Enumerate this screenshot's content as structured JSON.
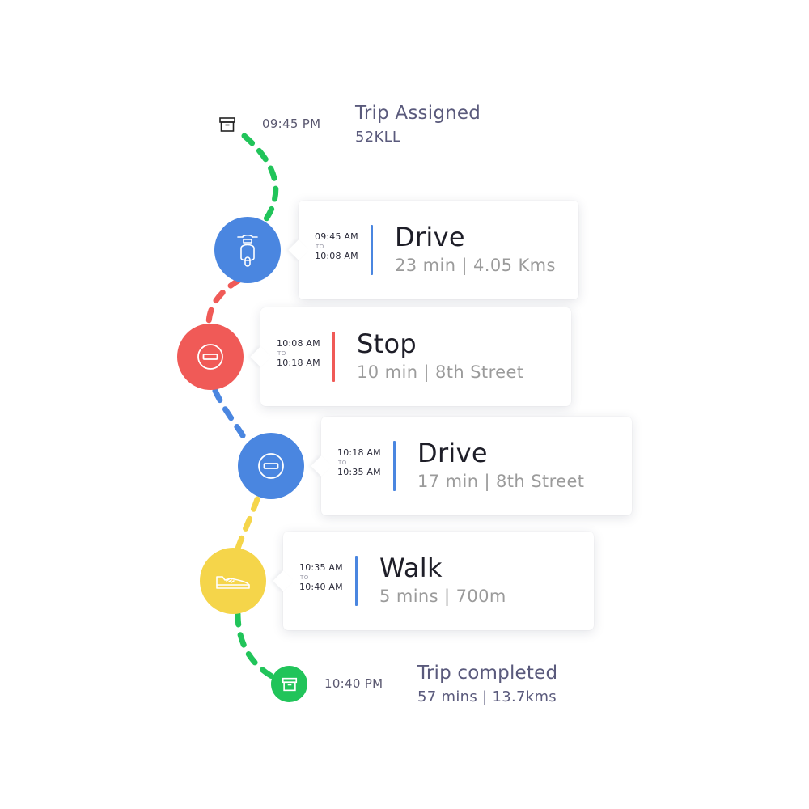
{
  "colors": {
    "drive_blue": "#4a86e0",
    "stop_red": "#f05a57",
    "walk_yellow": "#f5d54a",
    "trip_green": "#21c45a",
    "path_green": "#21c45a",
    "path_red": "#f05a57",
    "path_blue": "#4a86e0",
    "path_yellow": "#f5d54a",
    "heading_text": "#5a5a7c",
    "muted_text": "#9b9b9b"
  },
  "trip_start": {
    "icon": "archive-box-icon",
    "time": "09:45 PM",
    "title": "Trip Assigned",
    "vehicle": "52KLL"
  },
  "segments": [
    {
      "mode": "Drive",
      "icon": "scooter-icon",
      "color": "#4a86e0",
      "start_time": "09:45 AM",
      "to_label": "TO",
      "end_time": "10:08 AM",
      "summary": "23 min | 4.05 Kms"
    },
    {
      "mode": "Stop",
      "icon": "stop-sign-icon",
      "color": "#f05a57",
      "start_time": "10:08 AM",
      "to_label": "TO",
      "end_time": "10:18 AM",
      "summary": "10 min | 8th Street"
    },
    {
      "mode": "Drive",
      "icon": "stop-sign-icon",
      "color": "#4a86e0",
      "start_time": "10:18 AM",
      "to_label": "TO",
      "end_time": "10:35 AM",
      "summary": "17 min | 8th Street"
    },
    {
      "mode": "Walk",
      "icon": "shoe-icon",
      "color": "#f5d54a",
      "bar_color": "#4a86e0",
      "start_time": "10:35 AM",
      "to_label": "TO",
      "end_time": "10:40 AM",
      "summary": "5 mins | 700m"
    }
  ],
  "trip_end": {
    "icon": "archive-box-icon",
    "time": "10:40 PM",
    "title": "Trip completed",
    "summary": "57 mins | 13.7kms"
  }
}
